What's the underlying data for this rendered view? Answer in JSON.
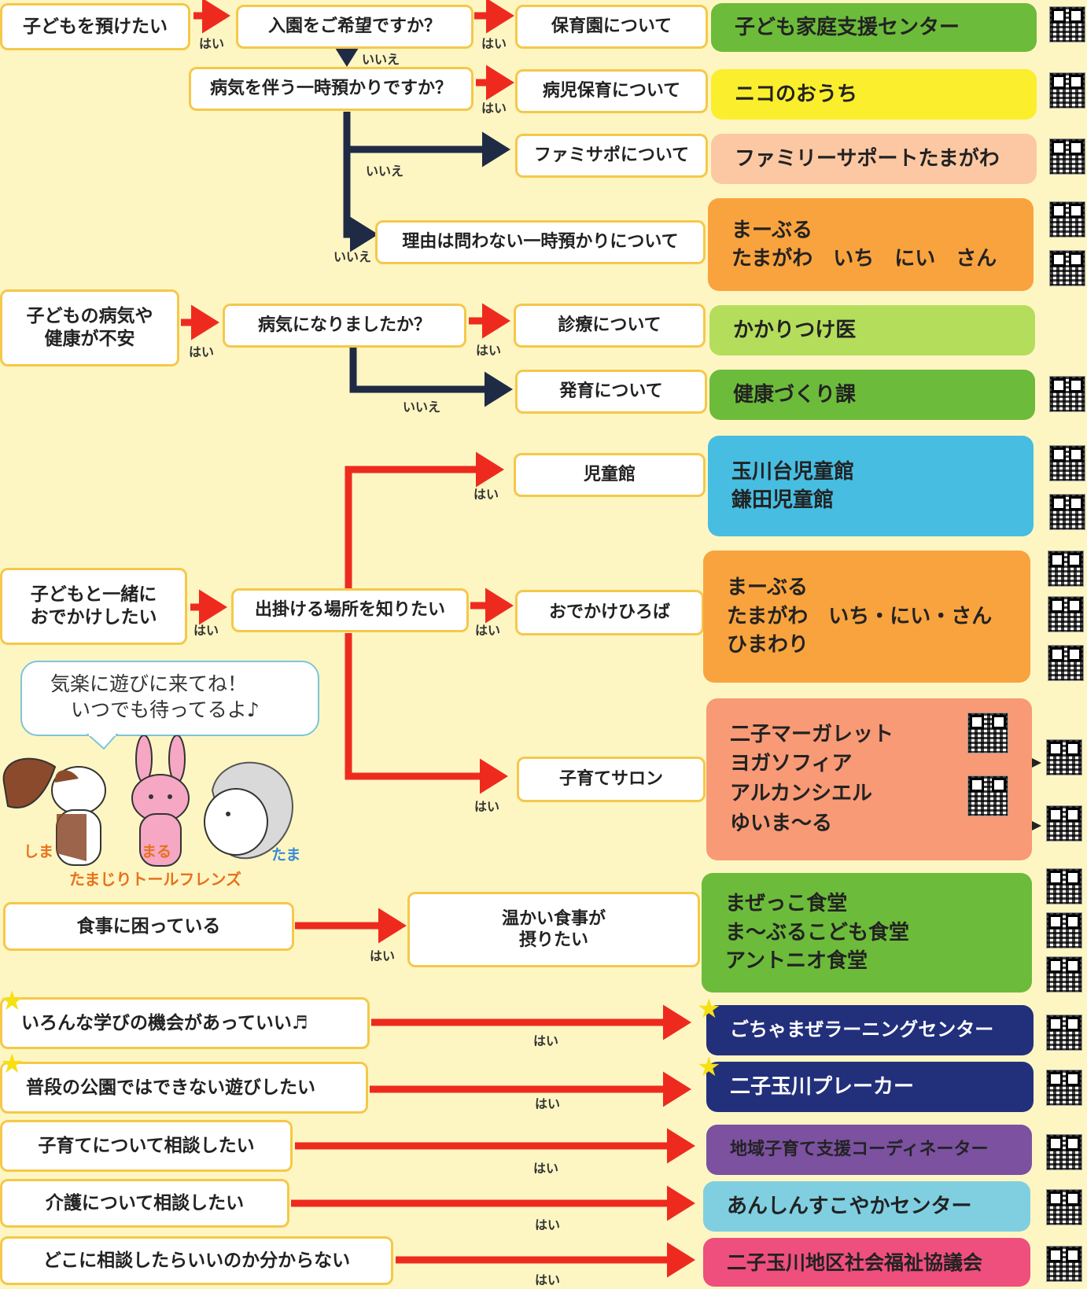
{
  "questions": {
    "q1": "子どもを預けたい",
    "q2": "入園をご希望ですか？",
    "q3": "病気を伴う一時預かりですか？",
    "q4": "子どもの病気や\n健康が不安",
    "q5": "病気になりましたか？",
    "q6": "子どもと一緒に\nおでかけしたい",
    "q7": "出掛ける場所を知りたい",
    "q8": "食事に困っている",
    "q9": "温かい食事が\n摂りたい",
    "q10": "いろんな学びの機会があっていい♬",
    "q11": "普段の公園ではできない遊びしたい",
    "q12": "子育てについて相談したい",
    "q13": "介護について相談したい",
    "q14": "どこに相談したらいいのか分からない"
  },
  "topics": {
    "t1": "保育園について",
    "t2": "病児保育について",
    "t3": "ファミサポについて",
    "t4": "理由は問わない一時預かりについて",
    "t5": "診療について",
    "t6": "発育について",
    "t7": "児童館",
    "t8": "おでかけひろば",
    "t9": "子育てサロン"
  },
  "results": {
    "r1": [
      "子ども家庭支援センター"
    ],
    "r2": [
      "ニコのおうち"
    ],
    "r3": [
      "ファミリーサポートたまがわ"
    ],
    "r4": [
      "まーぶる",
      "たまがわ　いち　にい　さん"
    ],
    "r5": [
      "かかりつけ医"
    ],
    "r6": [
      "健康づくり課"
    ],
    "r7": [
      "玉川台児童館",
      "鎌田児童館"
    ],
    "r8": [
      "まーぶる",
      "たまがわ　いち・にい・さん",
      "ひまわり"
    ],
    "r9": [
      "二子マーガレット",
      "ヨガソフィア",
      "アルカンシエル",
      "ゆいま～る"
    ],
    "r10": [
      "まぜっこ食堂",
      "ま～ぶるこども食堂",
      "アントニオ食堂"
    ],
    "r11": [
      "ごちゃまぜラーニングセンター"
    ],
    "r12": [
      "二子玉川プレーカー"
    ],
    "r13": [
      "地域子育て支援コーディネーター"
    ],
    "r14": [
      "あんしんすこやかセンター"
    ],
    "r15": [
      "二子玉川地区社会福祉協議会"
    ]
  },
  "labels": {
    "yes": "はい",
    "no": "いいえ"
  },
  "bubble": {
    "line1": "気楽に遊びに来てね！",
    "line2": "いつでも待ってるよ♪"
  },
  "characters": {
    "names": [
      "しま",
      "まる",
      "たま"
    ],
    "group": "たまじりトールフレンズ"
  },
  "colors": {
    "background": "#fdf6c3",
    "box_border": "#f5c84a",
    "arrow_yes": "#ee2a1e",
    "arrow_no": "#1f2b45",
    "green": "#6dbb3b",
    "yellow": "#fbee2c",
    "peach": "#fcc8a3",
    "orange": "#f9a33e",
    "lightgreen": "#b5dd5c",
    "cyan": "#47bde1",
    "salmon": "#f89a75",
    "navy": "#22307b",
    "purple": "#7b51a0",
    "lightcyan": "#7fcfe1",
    "pink": "#ee4f7d"
  }
}
